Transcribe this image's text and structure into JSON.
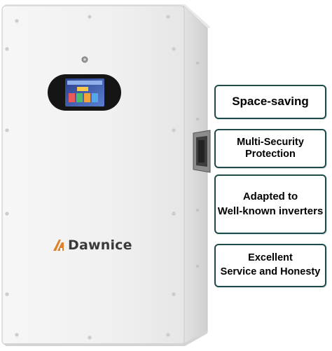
{
  "product": {
    "brand_name": "Dawnice",
    "brand_color": "#e0822a",
    "body_color": "#f2f2f2",
    "screen_icon": "lcd-display-icon",
    "handle_icon": "side-handle-icon"
  },
  "features": [
    {
      "label": "Space-saving"
    },
    {
      "label": "Multi-Security\nProtection"
    },
    {
      "label": "Adapted to\nWell-known inverters"
    },
    {
      "label": "Excellent\nService and Honesty"
    }
  ],
  "colors": {
    "feature_border": "#1e4a4a",
    "feature_text": "#000000"
  }
}
